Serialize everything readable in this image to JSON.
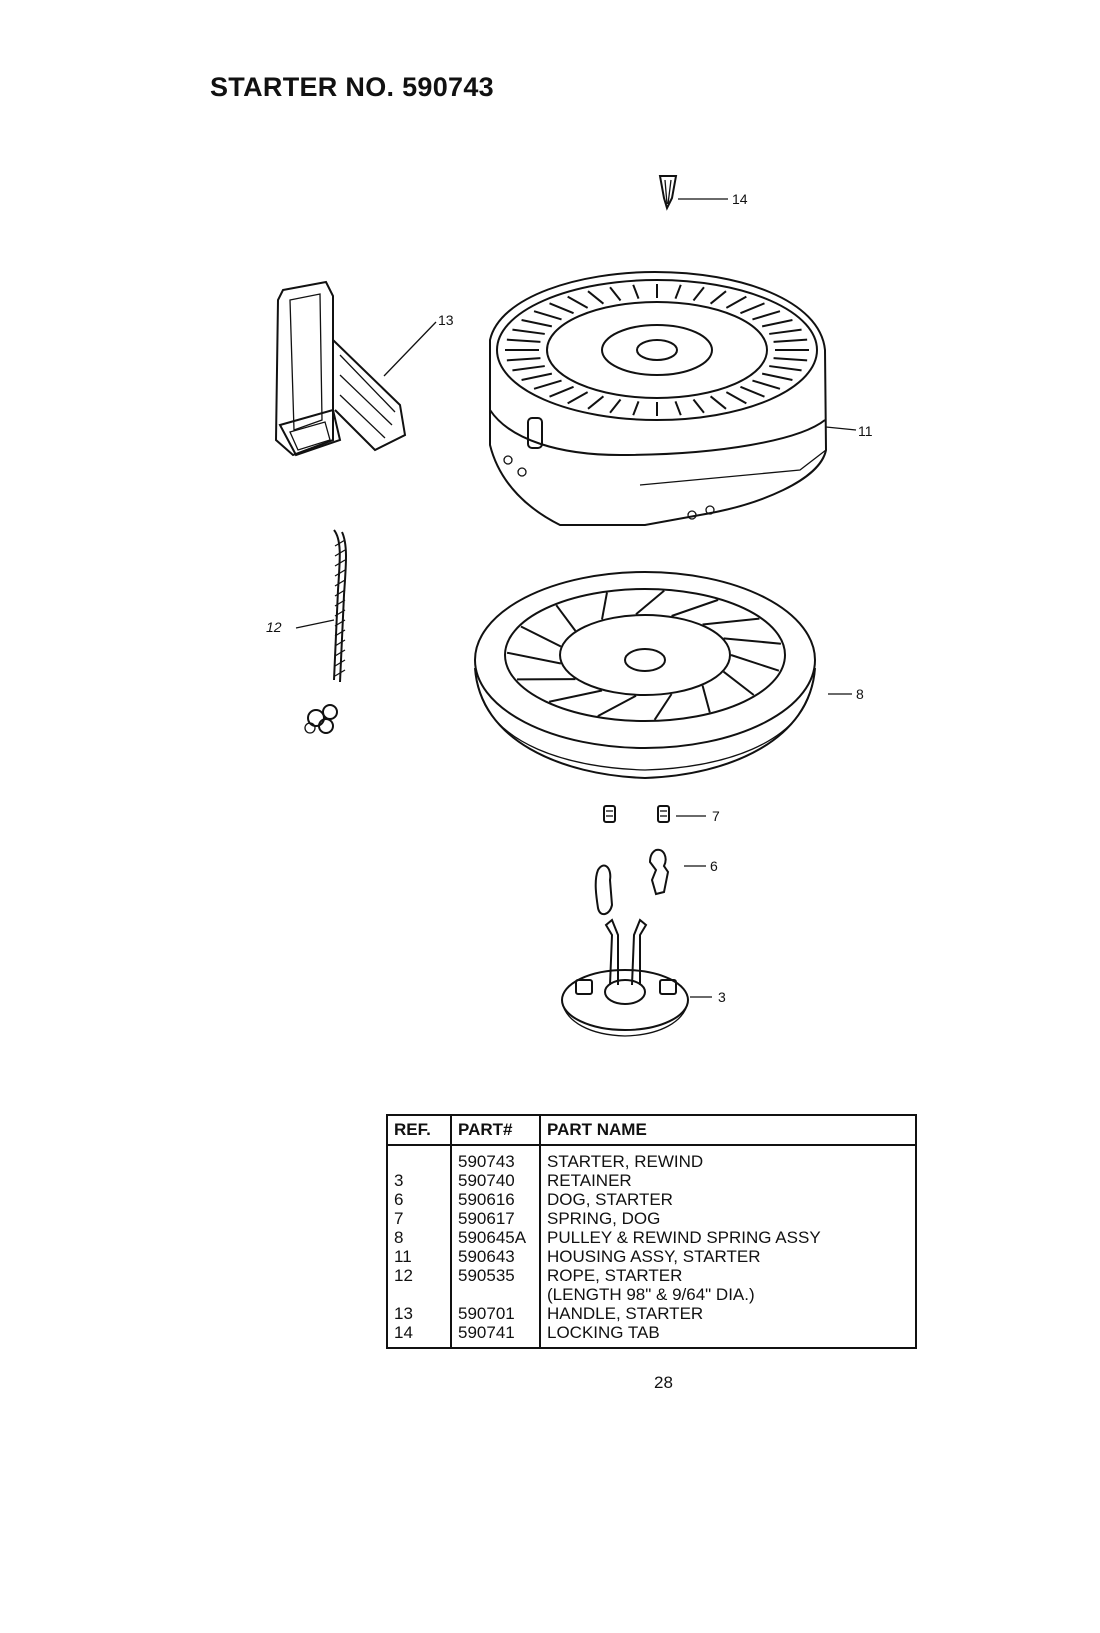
{
  "title": "STARTER NO. 590743",
  "callouts": {
    "c14": "14",
    "c13": "13",
    "c11": "11",
    "c12": "12",
    "c8": "8",
    "c7": "7",
    "c6": "6",
    "c3": "3"
  },
  "table": {
    "headers": {
      "ref": "REF.",
      "part": "PART#",
      "name": "PART NAME"
    },
    "rows": [
      {
        "ref": "",
        "part": "590743",
        "name": "STARTER, REWIND"
      },
      {
        "ref": "3",
        "part": "590740",
        "name": "RETAINER"
      },
      {
        "ref": "6",
        "part": "590616",
        "name": "DOG, STARTER"
      },
      {
        "ref": "7",
        "part": "590617",
        "name": "SPRING, DOG"
      },
      {
        "ref": "8",
        "part": "590645A",
        "name": "PULLEY & REWIND SPRING ASSY"
      },
      {
        "ref": "11",
        "part": "590643",
        "name": "HOUSING ASSY, STARTER"
      },
      {
        "ref": "12",
        "part": "590535",
        "name": "ROPE, STARTER"
      },
      {
        "ref": "",
        "part": "",
        "name": "(LENGTH 98\" & 9/64\" DIA.)"
      },
      {
        "ref": "13",
        "part": "590701",
        "name": "HANDLE, STARTER"
      },
      {
        "ref": "14",
        "part": "590741",
        "name": "LOCKING TAB"
      }
    ]
  },
  "page_number": "28"
}
